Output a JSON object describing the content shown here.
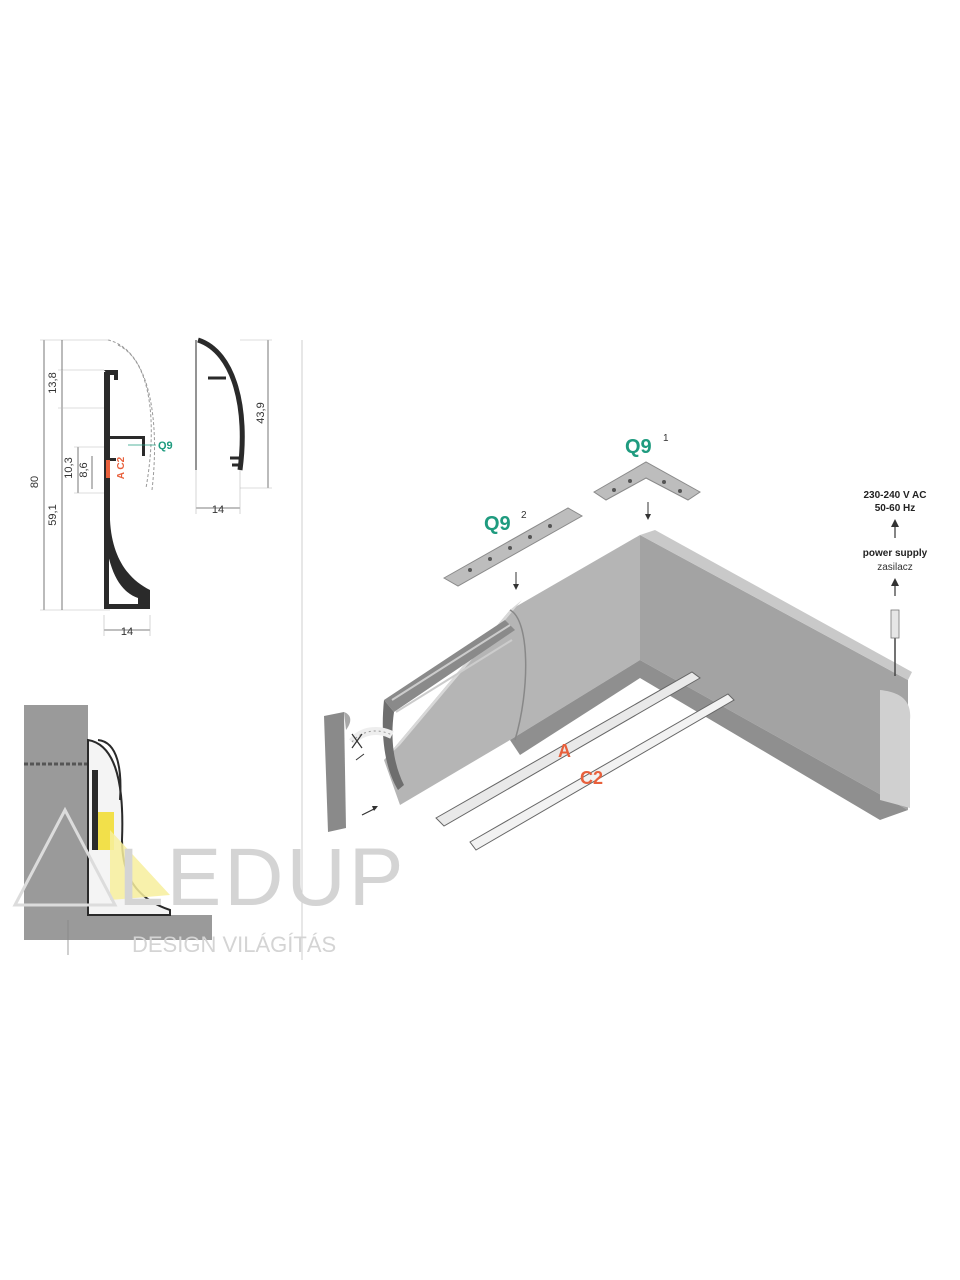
{
  "profile_dims": {
    "total_height": "80",
    "upper_height": "13,8",
    "lower_height": "59,1",
    "slot_a": "10,3",
    "slot_b": "8,6",
    "width": "14"
  },
  "cover_dims": {
    "height": "43,9",
    "width": "14"
  },
  "labels": {
    "connector": "Q9",
    "insert_a": "A",
    "insert_c2": "C2",
    "insert_pair": "A C2",
    "connector_1_sup": "1",
    "connector_2_sup": "2"
  },
  "power": {
    "voltage": "230-240 V AC",
    "frequency": "50-60 Hz",
    "label_en": "power supply",
    "label_pl": "zasilacz"
  },
  "watermark": {
    "brand": "LEDUP",
    "tagline": "DESIGN VILÁGÍTÁS"
  },
  "colors": {
    "teal": "#1f9b7f",
    "orange": "#e8603c",
    "profile": "#8a8a8a",
    "wall": "#9a9a9a",
    "led": "#f2e04a"
  }
}
